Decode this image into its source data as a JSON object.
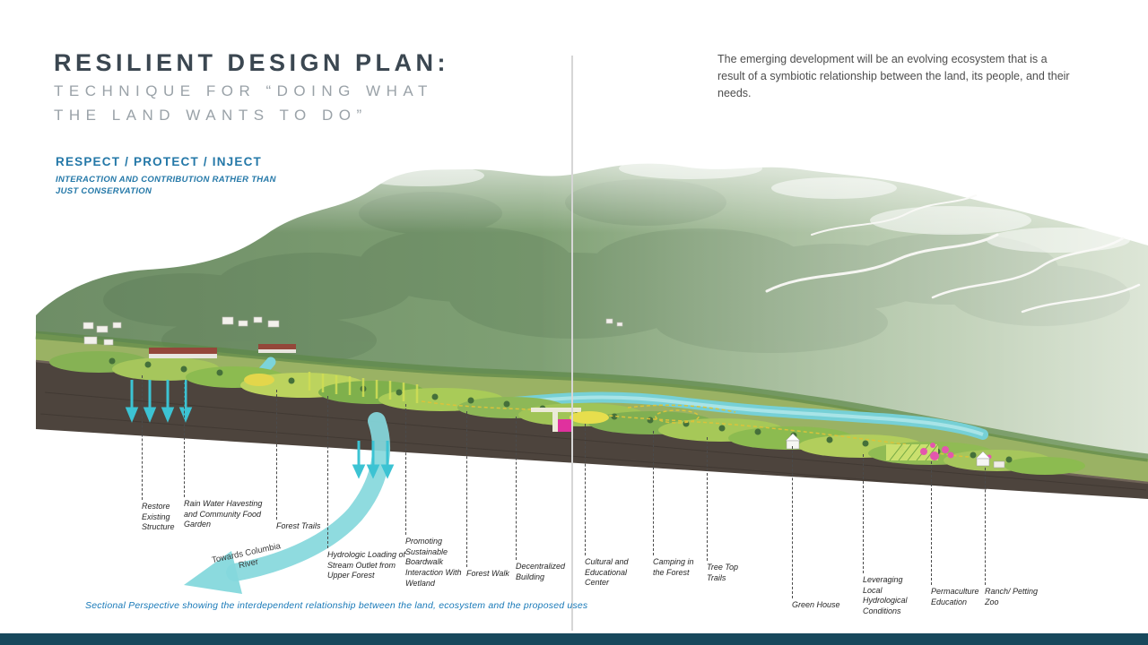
{
  "slide": {
    "title": "RESILIENT DESIGN PLAN:",
    "subtitle_line1": "TECHNIQUE FOR “DOING WHAT",
    "subtitle_line2": "THE LAND WANTS TO DO”",
    "intro": "The emerging development will be an evolving ecosystem that is a result of a symbiotic relationship between the land, its people, and their needs.",
    "approach_heading": "RESPECT / PROTECT / INJECT",
    "approach_subheading": "INTERACTION AND CONTRIBUTION RATHER THAN JUST CONSERVATION",
    "arrow_label": "Towards Columbia River",
    "caption": "Sectional Perspective showing the interdependent relationship between the land, ecosystem and the proposed uses"
  },
  "callouts": [
    "Restore Existing Structure",
    "Rain Water Havesting and Community Food Garden",
    "Forest Trails",
    "Hydrologic Loading of Stream Outlet from Upper Forest",
    "Promoting Sustainable Boardwalk Interaction With Wetland",
    "Forest Walk",
    "Decentralized Building",
    "Cultural and Educational Center",
    "Camping in the Forest",
    "Tree Top Trails",
    "Green House",
    "Leveraging Local Hydrological Conditions",
    "Permaculture Education",
    "Ranch/ Petting Zoo"
  ],
  "colors": {
    "accent_blue": "#2478a8",
    "caption_blue": "#1879b8",
    "footer_bar": "#17485c",
    "river_teal": "#7cd4da",
    "earth_brown": "#4d443d",
    "highlight_magenta": "#e0319e"
  }
}
